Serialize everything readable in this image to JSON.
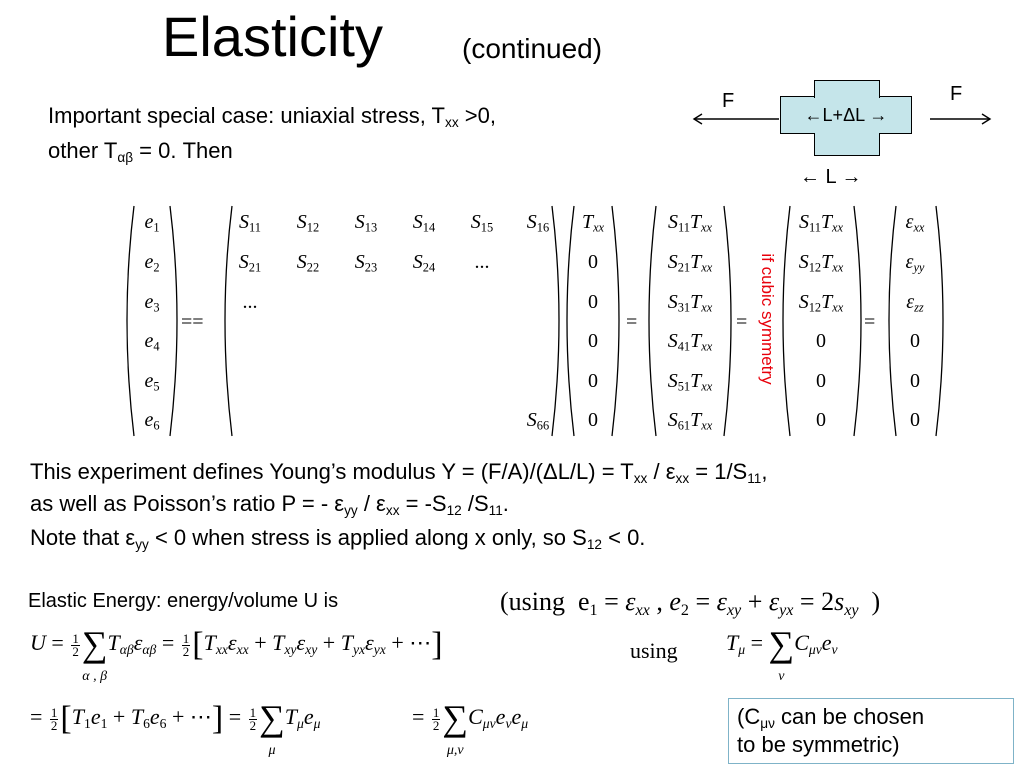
{
  "title": "Elasticity",
  "subtitle": "(continued)",
  "intro": {
    "line1_pre": "Important special case: uniaxial stress, T",
    "line1_sub": "xx",
    "line1_post": " >0,",
    "line2_pre": "other T",
    "line2_sub": "αβ",
    "line2_post": " = 0.  Then"
  },
  "diagram": {
    "force_left": "F",
    "force_right": "F",
    "rod_label": "←L+ΔL →",
    "length_label": "← L →"
  },
  "matrix": {
    "lhs": [
      [
        "e",
        "1"
      ],
      [
        "e",
        "2"
      ],
      [
        "e",
        "3"
      ],
      [
        "e",
        "4"
      ],
      [
        "e",
        "5"
      ],
      [
        "e",
        "6"
      ]
    ],
    "equals_sign": "==",
    "compliance_rows": [
      [
        [
          "S",
          "11"
        ],
        [
          "S",
          "12"
        ],
        [
          "S",
          "13"
        ],
        [
          "S",
          "14"
        ],
        [
          "S",
          "15"
        ],
        [
          "S",
          "16"
        ]
      ],
      [
        [
          "S",
          "21"
        ],
        [
          "S",
          "22"
        ],
        [
          "S",
          "23"
        ],
        [
          "S",
          "24"
        ],
        [
          "...",
          ""
        ]
      ],
      [
        [
          "...",
          ""
        ]
      ]
    ],
    "s66": [
      "S",
      "66"
    ],
    "stress": [
      [
        "T",
        "xx"
      ],
      [
        "0",
        ""
      ],
      [
        "0",
        ""
      ],
      [
        "0",
        ""
      ],
      [
        "0",
        ""
      ],
      [
        "0",
        ""
      ]
    ],
    "col1": [
      [
        "S",
        "11",
        "T",
        "xx"
      ],
      [
        "S",
        "21",
        "T",
        "xx"
      ],
      [
        "S",
        "31",
        "T",
        "xx"
      ],
      [
        "S",
        "41",
        "T",
        "xx"
      ],
      [
        "S",
        "51",
        "T",
        "xx"
      ],
      [
        "S",
        "61",
        "T",
        "xx"
      ]
    ],
    "col2": [
      [
        "S",
        "11",
        "T",
        "xx"
      ],
      [
        "S",
        "12",
        "T",
        "xx"
      ],
      [
        "S",
        "12",
        "T",
        "xx"
      ],
      [
        "0"
      ],
      [
        "0"
      ],
      [
        "0"
      ]
    ],
    "col3": [
      [
        "ε",
        "xx"
      ],
      [
        "ε",
        "yy"
      ],
      [
        "ε",
        "zz"
      ],
      [
        "0",
        ""
      ],
      [
        "0",
        ""
      ],
      [
        "0",
        ""
      ]
    ],
    "eq": "=",
    "cubic_note": "if cubic symmetry",
    "cubic_color": "#e8000b"
  },
  "experiment": {
    "line1": "This experiment defines Young’s modulus Y = (F/A)/(ΔL/L) = T",
    "line1_sub1": "xx",
    "line1_mid": " / ε",
    "line1_sub2": "xx",
    "line1_mid2": " = 1/S",
    "line1_sub3": "11",
    "line1_end": ",",
    "line2": "as well as Poisson’s ratio P = - ε",
    "line2_sub1": "yy",
    "line2_mid": " / ε",
    "line2_sub2": "xx",
    "line2_mid2": " = -S",
    "line2_sub3": "12",
    "line2_mid3": " /S",
    "line2_sub4": "11",
    "line2_end": ".",
    "line3": "Note that ε",
    "line3_sub1": "yy",
    "line3_mid": "  < 0 when stress is applied along x only, so S",
    "line3_sub2": "12",
    "line3_end": " < 0."
  },
  "energy": {
    "label": "Elastic Energy: energy/volume U is",
    "using_word": "(using",
    "using_close": ")",
    "using2": "using",
    "symmetric_note_1": "(C",
    "symmetric_note_sub": "μν",
    "symmetric_note_2": " can be chosen",
    "symmetric_note_3": "to be symmetric)"
  }
}
